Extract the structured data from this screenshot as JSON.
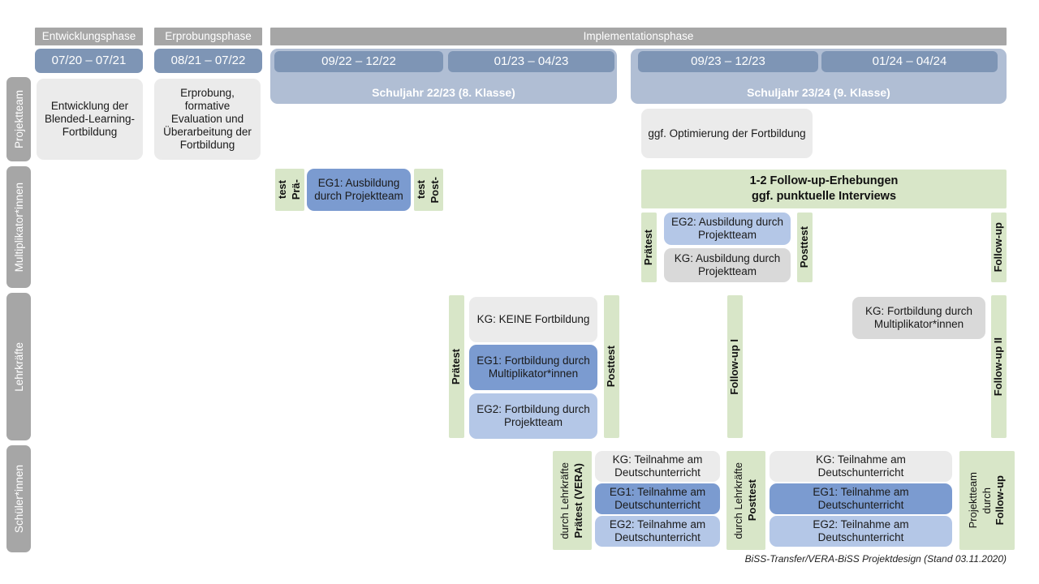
{
  "diagram": {
    "title": "BiSS-Transfer/VERA-BiSS Projektdesign",
    "footer": "BiSS-Transfer/VERA-BiSS Projektdesign (Stand 03.11.2020)",
    "colors": {
      "phase_bar": "#a6a6a6",
      "date_pill": "#7e95b5",
      "schoolyear": "#b0bed4",
      "row_label": "#a6a6a6",
      "card_grey_light": "#ebebeb",
      "card_grey": "#d9d9d9",
      "card_blue_dark": "#7b9bd0",
      "card_blue_light": "#b4c7e7",
      "green_strip": "#d8e6c8",
      "background": "#ffffff"
    }
  },
  "phases": [
    {
      "label": "Entwicklungsphase"
    },
    {
      "label": "Erprobungsphase"
    },
    {
      "label": "Implementationsphase"
    }
  ],
  "periods": [
    {
      "label": "07/20 – 07/21"
    },
    {
      "label": "08/21 – 07/22"
    },
    {
      "label": "09/22 – 12/22"
    },
    {
      "label": "01/23 – 04/23"
    },
    {
      "label": "09/23 – 12/23"
    },
    {
      "label": "01/24 – 04/24"
    }
  ],
  "school_years": [
    {
      "label": "Schuljahr 22/23 (8. Klasse)"
    },
    {
      "label": "Schuljahr 23/24 (9. Klasse)"
    }
  ],
  "rows": [
    {
      "label": "Projektteam"
    },
    {
      "label": "Multiplikator*innen"
    },
    {
      "label": "Lehrkräfte"
    },
    {
      "label": "Schüler*innen"
    }
  ],
  "projektteam": {
    "entwicklung": "Entwicklung der Blended-Learning-Fortbildung",
    "erprobung": "Erprobung, formative Evaluation und Überarbeitung der Fortbildung",
    "optimierung": "ggf. Optimierung der Fortbildung"
  },
  "multiplikatoren": {
    "praetest_line1": "Prä-",
    "praetest_line2": "test",
    "posttest_line1": "Post-",
    "posttest_line2": "test",
    "eg1": "EG1: Ausbildung durch Projektteam",
    "followup_banner": "1-2 Follow-up-Erhebungen\nggf. punktuelle Interviews",
    "followup_banner_line1": "1-2 Follow-up-Erhebungen",
    "followup_banner_line2": "ggf. punktuelle Interviews",
    "praetest2": "Prätest",
    "posttest2": "Posttest",
    "followup": "Follow-up",
    "eg2": "EG2: Ausbildung durch Projektteam",
    "kg": "KG: Ausbildung durch Projektteam"
  },
  "lehrkraefte": {
    "praetest": "Prätest",
    "posttest": "Posttest",
    "followup1": "Follow-up I",
    "followup2": "Follow-up II",
    "kg_keine": "KG:  KEINE Fortbildung",
    "eg1": "EG1: Fortbildung durch Multiplikator*innen",
    "eg2": "EG2: Fortbildung durch Projektteam",
    "kg_fortbildung": "KG: Fortbildung durch Multiplikator*innen"
  },
  "schueler": {
    "praetest_bold": "Prätest (VERA)",
    "praetest_reg": "durch Lehrkräfte",
    "posttest_bold": "Posttest",
    "posttest_reg": "durch Lehrkräfte",
    "followup_bold": "Follow-up",
    "followup_reg1": "durch",
    "followup_reg2": "Projektteam",
    "block1": {
      "kg": "KG: Teilnahme am Deutschunterricht",
      "eg1": "EG1: Teilnahme am Deutschunterricht",
      "eg2": "EG2: Teilnahme am Deutschunterricht"
    },
    "block2": {
      "kg": "KG: Teilnahme am Deutschunterricht",
      "eg1": "EG1: Teilnahme am Deutschunterricht",
      "eg2": "EG2: Teilnahme am Deutschunterricht"
    }
  }
}
